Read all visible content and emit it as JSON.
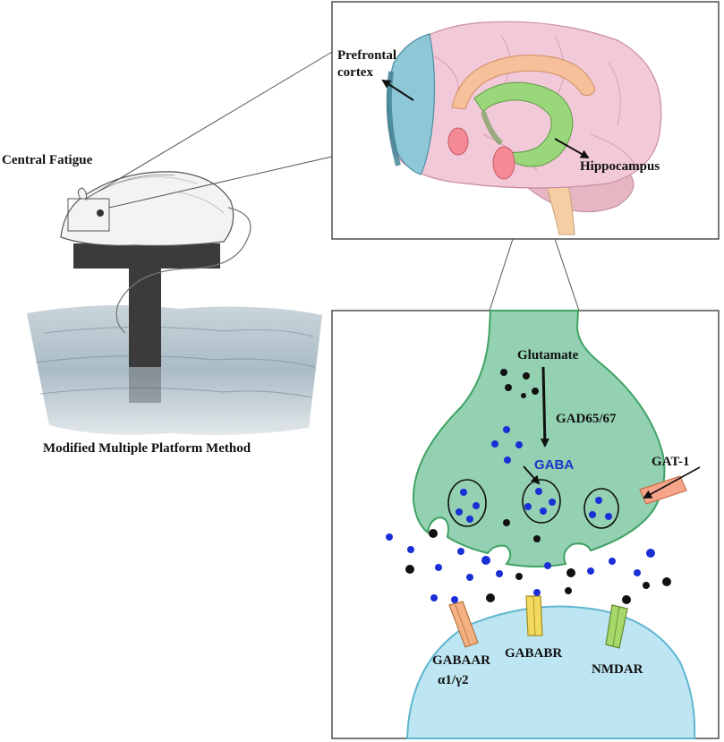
{
  "left_panel": {
    "title": "Central Fatigue",
    "caption": "Modified Multiple Platform Method"
  },
  "brain_panel": {
    "prefrontal_line1": "Prefrontal",
    "prefrontal_line2": "cortex",
    "hippocampus": "Hippocampus"
  },
  "synapse_panel": {
    "glutamate": "Glutamate",
    "enzyme": "GAD65/67",
    "gaba": "GABA",
    "transporter": "GAT-1",
    "receptor_a_line1": "GABAAR",
    "receptor_a_line2": "α1/γ2",
    "receptor_b": "GABABR",
    "receptor_n": "NMDAR"
  },
  "colors": {
    "presynaptic": "#93d1b2",
    "postsynaptic": "#bde6f2",
    "gaba_dot": "#1a2fd6",
    "glutamate_dot": "#111111",
    "gabaar": "#f4b183",
    "gababr": "#f1da5e",
    "nmdar": "#a6d96a",
    "gat1": "#f7a58a",
    "prefrontal": "#8ec8d6",
    "hippocampus": "#9ad67a"
  }
}
